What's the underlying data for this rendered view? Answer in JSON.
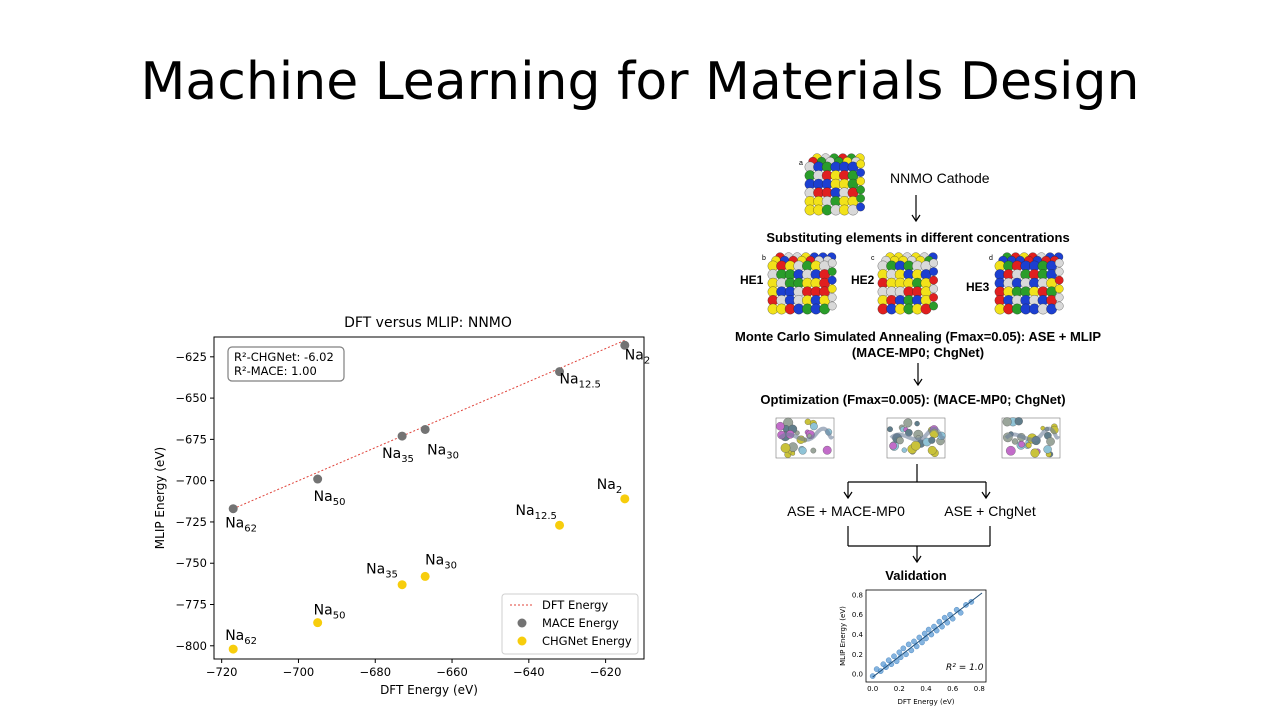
{
  "slide": {
    "title": "Machine Learning for Materials Design"
  },
  "chart_data": [
    {
      "type": "scatter",
      "title": "DFT versus MLIP: NNMO",
      "xlabel": "DFT Energy (eV)",
      "ylabel": "MLIP Energy (eV)",
      "xlim": [
        -722,
        -610
      ],
      "ylim": [
        -808,
        -613
      ],
      "xticks": [
        -720,
        -700,
        -680,
        -660,
        -640,
        -620
      ],
      "yticks": [
        -625,
        -650,
        -675,
        -700,
        -725,
        -750,
        -775,
        -800
      ],
      "grid": false,
      "legend_position": "bottom-right",
      "annotation_lines": [
        "R²-CHGNet: -6.02",
        "R²-MACE: 1.00"
      ],
      "fit_line": {
        "name": "DFT Energy",
        "color": "#e0433a",
        "from": [
          -717,
          -717
        ],
        "to": [
          -615,
          -615
        ]
      },
      "series": [
        {
          "name": "MACE Energy",
          "color": "#737373",
          "points": [
            {
              "x": -717,
              "y": -717,
              "base": "Na",
              "sub": "62"
            },
            {
              "x": -695,
              "y": -699,
              "base": "Na",
              "sub": "50"
            },
            {
              "x": -673,
              "y": -673,
              "base": "Na",
              "sub": "35"
            },
            {
              "x": -667,
              "y": -669,
              "base": "Na",
              "sub": "30"
            },
            {
              "x": -632,
              "y": -634,
              "base": "Na",
              "sub": "12.5"
            },
            {
              "x": -615,
              "y": -618,
              "base": "Na",
              "sub": "2"
            }
          ]
        },
        {
          "name": "CHGNet Energy",
          "color": "#f7cd0c",
          "points": [
            {
              "x": -717,
              "y": -802,
              "base": "Na",
              "sub": "62"
            },
            {
              "x": -695,
              "y": -786,
              "base": "Na",
              "sub": "50"
            },
            {
              "x": -673,
              "y": -763,
              "base": "Na",
              "sub": "35"
            },
            {
              "x": -667,
              "y": -758,
              "base": "Na",
              "sub": "30"
            },
            {
              "x": -632,
              "y": -727,
              "base": "Na",
              "sub": "12.5"
            },
            {
              "x": -615,
              "y": -711,
              "base": "Na",
              "sub": "2"
            }
          ]
        }
      ]
    },
    {
      "type": "scatter",
      "xlabel": "DFT Energy (eV)",
      "ylabel": "MLIP Energy (eV)",
      "xlim": [
        -0.05,
        0.85
      ],
      "ylim": [
        -0.08,
        0.85
      ],
      "xticks": [
        "0.0",
        "0.2",
        "0.4",
        "0.6",
        "0.8"
      ],
      "yticks": [
        "0.0",
        "0.2",
        "0.4",
        "0.6",
        "0.8"
      ],
      "annotation": "R² = 1.0",
      "series": [
        {
          "color": "#5b9bd5",
          "points": [
            [
              0.0,
              -0.02
            ],
            [
              0.03,
              0.05
            ],
            [
              0.06,
              0.03
            ],
            [
              0.08,
              0.1
            ],
            [
              0.1,
              0.07
            ],
            [
              0.12,
              0.14
            ],
            [
              0.14,
              0.1
            ],
            [
              0.16,
              0.18
            ],
            [
              0.18,
              0.13
            ],
            [
              0.2,
              0.22
            ],
            [
              0.21,
              0.17
            ],
            [
              0.23,
              0.26
            ],
            [
              0.25,
              0.2
            ],
            [
              0.27,
              0.3
            ],
            [
              0.29,
              0.24
            ],
            [
              0.31,
              0.33
            ],
            [
              0.33,
              0.28
            ],
            [
              0.35,
              0.37
            ],
            [
              0.37,
              0.32
            ],
            [
              0.39,
              0.41
            ],
            [
              0.4,
              0.36
            ],
            [
              0.42,
              0.45
            ],
            [
              0.44,
              0.4
            ],
            [
              0.46,
              0.48
            ],
            [
              0.48,
              0.44
            ],
            [
              0.5,
              0.53
            ],
            [
              0.52,
              0.48
            ],
            [
              0.54,
              0.57
            ],
            [
              0.56,
              0.52
            ],
            [
              0.58,
              0.6
            ],
            [
              0.6,
              0.56
            ],
            [
              0.63,
              0.65
            ],
            [
              0.66,
              0.62
            ],
            [
              0.7,
              0.7
            ],
            [
              0.74,
              0.73
            ]
          ]
        }
      ]
    }
  ],
  "workflow": {
    "cathode_label": "NNMO Cathode",
    "substituting_label": "Substituting elements in different concentrations",
    "he_labels": [
      "HE1",
      "HE2",
      "HE3"
    ],
    "panel_letters": [
      "a",
      "b",
      "c",
      "d"
    ],
    "monte_carlo_line1": "Monte Carlo Simulated Annealing (Fmax=0.05): ASE + MLIP",
    "monte_carlo_line2": "(MACE-MP0; ChgNet)",
    "optimization_label": "Optimization (Fmax=0.005): (MACE-MP0; ChgNet)",
    "branch_left": "ASE + MACE-MP0",
    "branch_right": "ASE + ChgNet",
    "validation_label": "Validation"
  },
  "colors": {
    "atoms": [
      "#e01f1f",
      "#2a9d2a",
      "#1c3fd1",
      "#f2e21a",
      "#d9d9d9",
      "#8a2be2"
    ],
    "relaxed_atoms": [
      "#607d8b",
      "#c9c23a",
      "#8fc3d6",
      "#c26cc9",
      "#9aa59a"
    ]
  }
}
